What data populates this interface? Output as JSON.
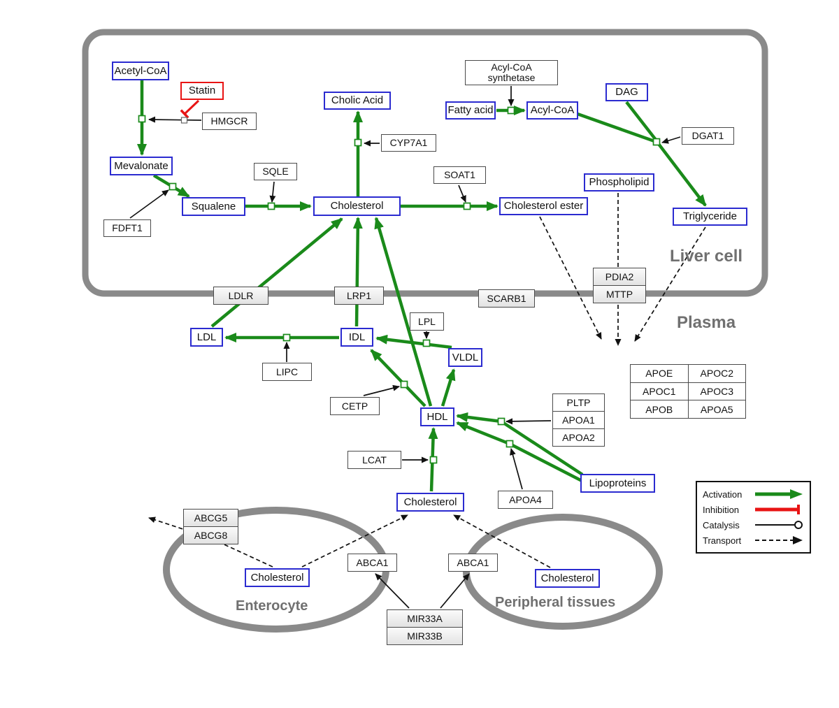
{
  "compartments": {
    "liver": "Liver cell",
    "plasma": "Plasma",
    "enterocyte": "Enterocyte",
    "peripheral": "Peripheral tissues"
  },
  "nodes": {
    "acetyl_coa": "Acetyl-CoA",
    "statin": "Statin",
    "hmgcr": "HMGCR",
    "mevalonate": "Mevalonate",
    "fdft1": "FDFT1",
    "squalene": "Squalene",
    "sqle": "SQLE",
    "cholesterol_liver": "Cholesterol",
    "cholic_acid": "Cholic Acid",
    "cyp7a1": "CYP7A1",
    "soat1": "SOAT1",
    "fatty_acid": "Fatty acid",
    "acyl_coa_synthetase_line1": "Acyl-CoA",
    "acyl_coa_synthetase_line2": "synthetase",
    "acyl_coa": "Acyl-CoA",
    "dag": "DAG",
    "dgat1": "DGAT1",
    "phospholipid": "Phospholipid",
    "cholesterol_ester": "Cholesterol ester",
    "triglyceride": "Triglyceride",
    "pdia2": "PDIA2",
    "mttp": "MTTP",
    "ldlr": "LDLR",
    "lrp1": "LRP1",
    "scarb1": "SCARB1",
    "ldl": "LDL",
    "idl": "IDL",
    "lpl": "LPL",
    "vldl": "VLDL",
    "lipc": "LIPC",
    "cetp": "CETP",
    "hdl": "HDL",
    "lcat": "LCAT",
    "pltp": "PLTP",
    "apoa1": "APOA1",
    "apoa2": "APOA2",
    "apoa4": "APOA4",
    "lipoproteins": "Lipoproteins",
    "apoe": "APOE",
    "apoc2": "APOC2",
    "apoc1": "APOC1",
    "apoc3": "APOC3",
    "apob": "APOB",
    "apoa5": "APOA5",
    "cholesterol_plasma": "Cholesterol",
    "abcg5": "ABCG5",
    "abcg8": "ABCG8",
    "cholesterol_enterocyte": "Cholesterol",
    "abca1_left": "ABCA1",
    "abca1_right": "ABCA1",
    "cholesterol_peripheral": "Cholesterol",
    "mir33a": "MIR33A",
    "mir33b": "MIR33B"
  },
  "legend": {
    "activation": "Activation",
    "inhibition": "Inhibition",
    "catalysis": "Catalysis",
    "transport": "Transport"
  },
  "colors": {
    "activation_green": "#1a8a1a",
    "inhibition_red": "#e81414",
    "entity_border_blue": "#2b2bd0",
    "compartment_gray": "#8a8a8a"
  }
}
